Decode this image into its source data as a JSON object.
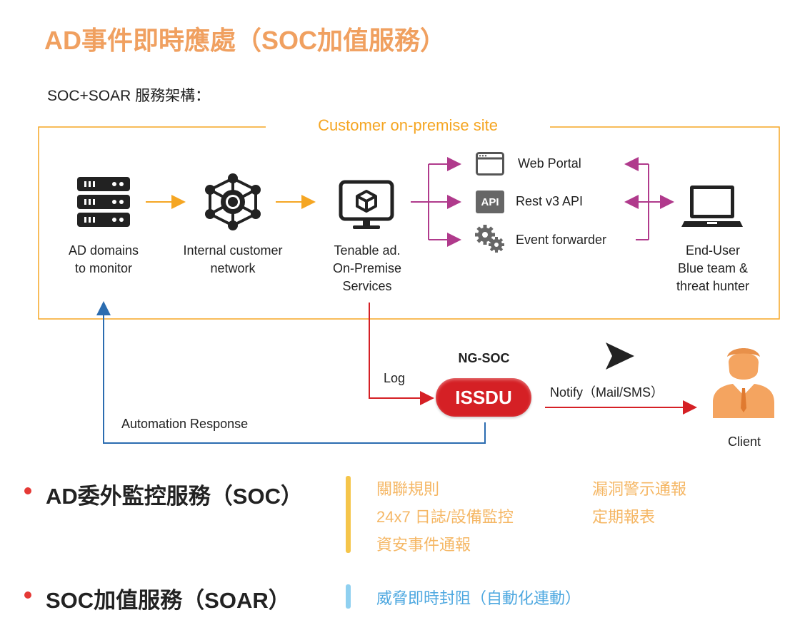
{
  "title": "AD事件即時應處（SOC加值服務）",
  "subtitle": "SOC+SOAR 服務架構：",
  "site": {
    "label": "Customer on-premise site"
  },
  "nodes": {
    "ad_domains": [
      "AD domains",
      "to monitor"
    ],
    "internal_network": [
      "Internal customer",
      "network"
    ],
    "tenable": [
      "Tenable ad.",
      "On-Premise",
      "Services"
    ],
    "end_user": [
      "End-User",
      "Blue team &",
      "threat hunter"
    ]
  },
  "services": {
    "web_portal": "Web Portal",
    "rest_api": "Rest v3 API",
    "api_badge": "API",
    "event_forwarder": "Event forwarder"
  },
  "flow": {
    "ngsoc": "NG-SOC",
    "issdu": "ISSDU",
    "log": "Log",
    "notify": "Notify（Mail/SMS）",
    "automation": "Automation Response",
    "client": "Client"
  },
  "bullets": [
    {
      "title": "AD委外監控服務（SOC）",
      "features_left": [
        "關聯規則",
        "24x7 日誌/設備監控",
        "資安事件通報"
      ],
      "features_right": [
        "漏洞警示通報",
        "定期報表"
      ]
    },
    {
      "title": "SOC加值服務（SOAR）",
      "features_left": [
        "威脅即時封阻（自動化連動）"
      ],
      "features_right": []
    }
  ],
  "colors": {
    "title": "#f0a060",
    "site_border": "#f5a623",
    "arrow_orange": "#f5a623",
    "arrow_magenta": "#b03a8c",
    "arrow_red": "#d52025",
    "arrow_blue": "#2b6cb0",
    "issdu": "#d52025",
    "bullet_dot": "#e53935",
    "soc_bar": "#f5c54a",
    "soar_bar": "#8fd0f0",
    "icon_dark": "#222222",
    "client_orange": "#f4a460"
  },
  "icons": [
    "server-rack-icon",
    "network-hub-icon",
    "monitor-cube-icon",
    "browser-window-icon",
    "api-badge-icon",
    "gears-icon",
    "laptop-icon",
    "send-arrow-icon",
    "user-icon"
  ]
}
